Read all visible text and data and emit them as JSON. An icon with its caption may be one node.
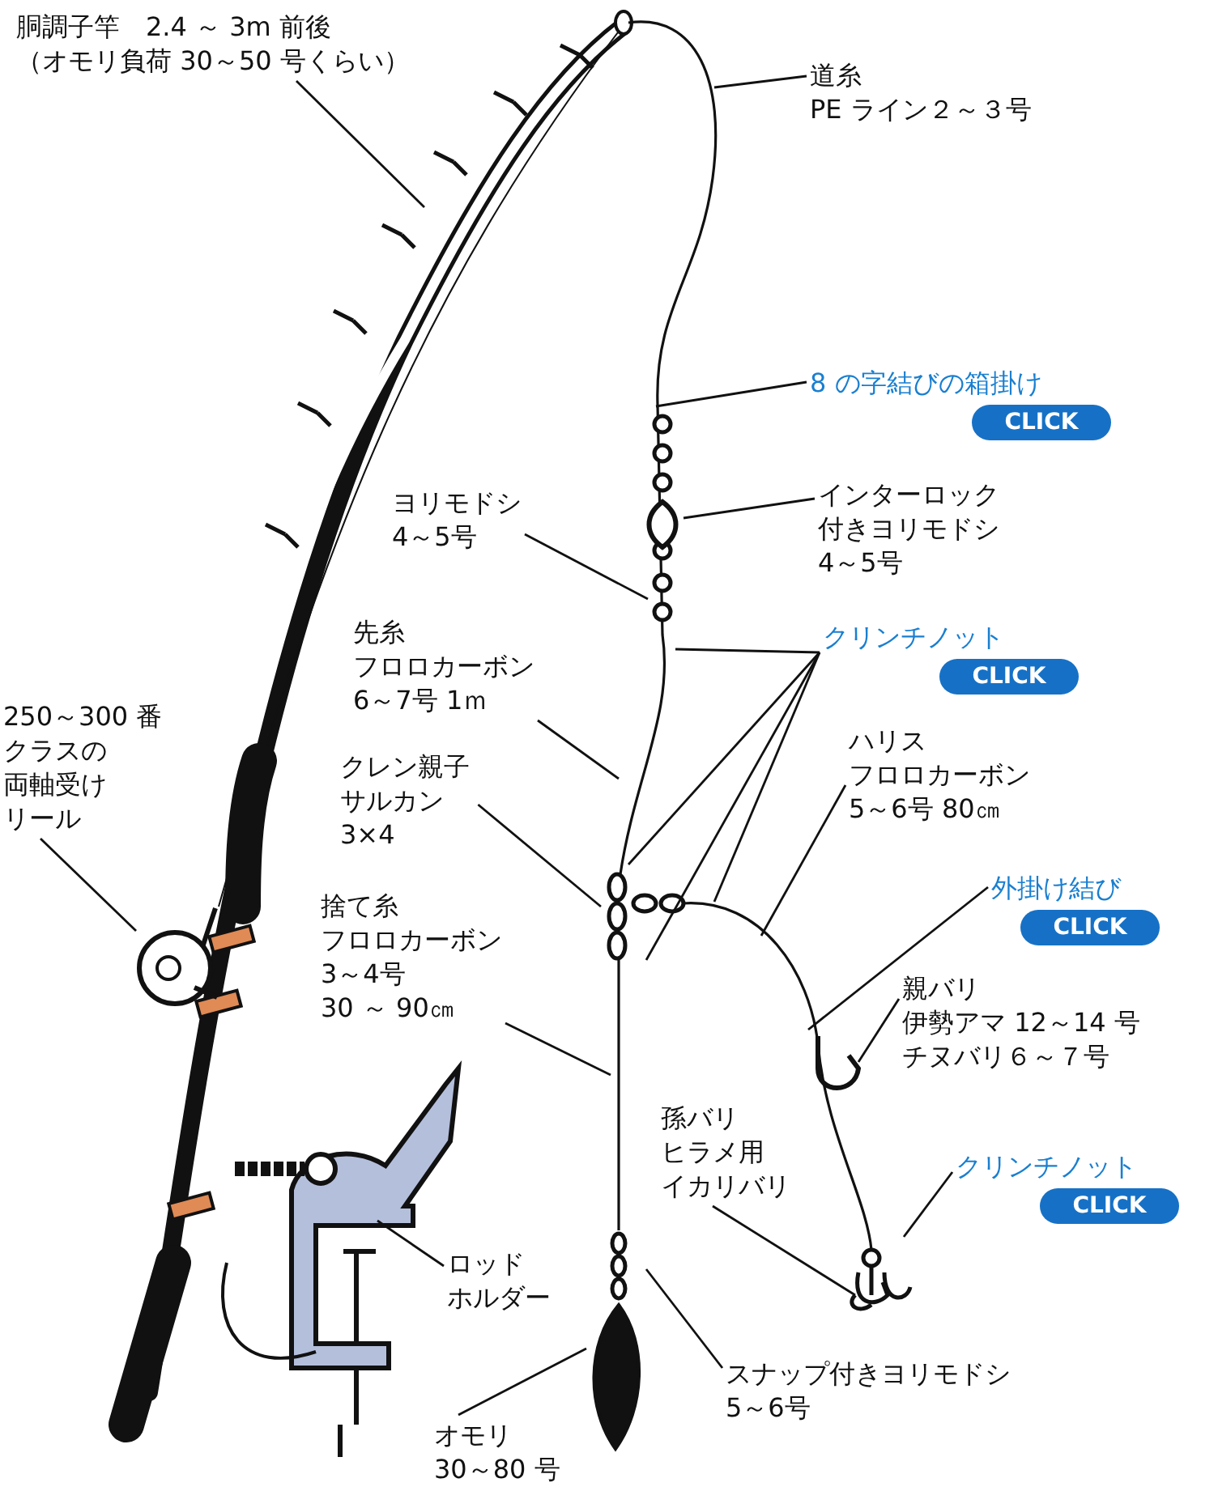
{
  "diagram": {
    "nodes": [
      {
        "text": [
          "胴調子竿　2.4 ～ 3m 前後",
          "（オモリ負荷 30～50 号くらい）"
        ]
      },
      {
        "text": [
          "道糸",
          "PE ライン２～３号"
        ]
      },
      {
        "text": [
          "8 の字結びの箱掛け",
          "CLICK"
        ]
      },
      {
        "text": [
          "ヨリモドシ",
          "4～5号"
        ]
      },
      {
        "text": [
          "インターロック付きヨリモドシ",
          "4～5号"
        ]
      },
      {
        "text": [
          "先糸",
          "フロロカーボン",
          "6～7号 1ｍ"
        ]
      },
      {
        "text": [
          "クリンチノット",
          "CLICK"
        ]
      },
      {
        "text": [
          "250～300 番",
          "クラスの両軸受けリール"
        ]
      },
      {
        "text": [
          "ハリス",
          "フロロカーボン",
          "5～6号 80㎝"
        ]
      },
      {
        "text": [
          "クレン親子サルカン",
          "3×4"
        ]
      },
      {
        "text": [
          "捨て糸",
          "フロロカーボン",
          "3～4号",
          "30 ～ 90㎝"
        ]
      },
      {
        "text": [
          "外掛け結び",
          "CLICK"
        ]
      },
      {
        "text": [
          "親バリ",
          "伊勢アマ 12～14 号",
          "チヌバリ６～７号"
        ]
      },
      {
        "text": [
          "孫バリ",
          "ヒラメ用",
          "イカリバリ"
        ]
      },
      {
        "text": [
          "クリンチノット",
          "CLICK"
        ]
      },
      {
        "text": [
          "ロッド",
          "ホルダー"
        ]
      },
      {
        "text": [
          "スナップ付きヨリモドシ",
          "5～6号"
        ]
      },
      {
        "text": [
          "オモリ",
          "30～80 号"
        ]
      },
      {
        "text": [],
        "shape": "picture"
      }
    ],
    "edges": [
      {
        "from": 0,
        "to": null,
        "arrow": "none"
      },
      {
        "from": 1,
        "to": null,
        "arrow": "none"
      },
      {
        "from": 2,
        "to": null,
        "arrow": "none"
      },
      {
        "from": 3,
        "to": null,
        "arrow": "none"
      },
      {
        "from": 4,
        "to": null,
        "arrow": "none"
      },
      {
        "from": 5,
        "to": null,
        "arrow": "none"
      },
      {
        "from": 6,
        "to": null,
        "arrow": "none"
      },
      {
        "from": 6,
        "to": null,
        "arrow": "none"
      },
      {
        "from": 6,
        "to": null,
        "arrow": "none"
      },
      {
        "from": 6,
        "to": null,
        "arrow": "none"
      },
      {
        "from": 7,
        "to": 18,
        "arrow": "none"
      },
      {
        "from": 8,
        "to": null,
        "arrow": "none"
      },
      {
        "from": 9,
        "to": null,
        "arrow": "none"
      },
      {
        "from": 10,
        "to": null,
        "arrow": "none"
      },
      {
        "from": 11,
        "to": null,
        "arrow": "none"
      },
      {
        "from": 12,
        "to": null,
        "arrow": "none"
      },
      {
        "from": 13,
        "to": null,
        "arrow": "none"
      },
      {
        "from": 14,
        "to": null,
        "arrow": "none"
      },
      {
        "from": 15,
        "to": null,
        "arrow": "none"
      },
      {
        "from": 16,
        "to": null,
        "arrow": "none"
      },
      {
        "from": 17,
        "to": null,
        "arrow": "none"
      }
    ]
  }
}
